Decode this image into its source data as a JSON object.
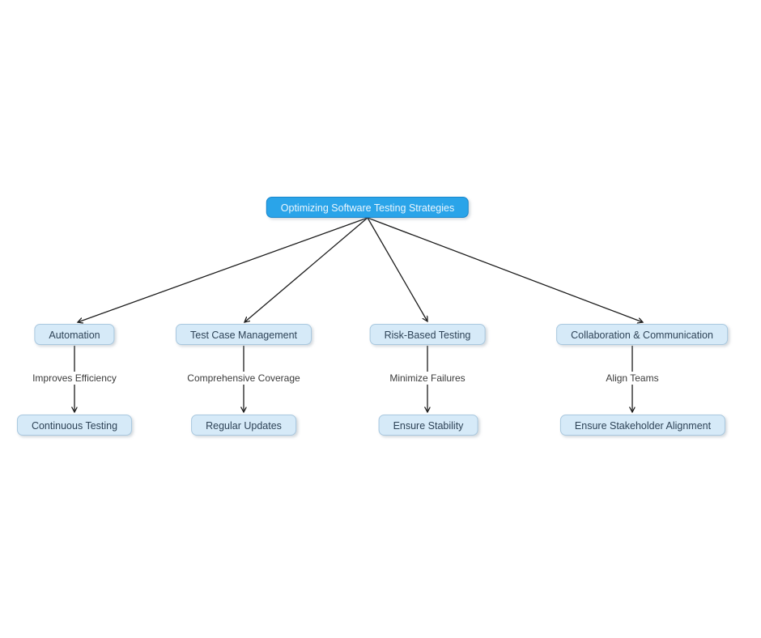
{
  "diagram": {
    "root": {
      "label": "Optimizing Software Testing Strategies"
    },
    "branches": [
      {
        "label": "Automation",
        "edge_label": "Improves Efficiency",
        "child": "Continuous Testing"
      },
      {
        "label": "Test Case Management",
        "edge_label": "Comprehensive Coverage",
        "child": "Regular Updates"
      },
      {
        "label": "Risk-Based Testing",
        "edge_label": "Minimize Failures",
        "child": "Ensure Stability"
      },
      {
        "label": "Collaboration & Communication",
        "edge_label": "Align Teams",
        "child": "Ensure Stakeholder Alignment"
      }
    ],
    "colors": {
      "root_fill": "#2AA4E9",
      "root_border": "#1786CC",
      "root_text": "#EAF6FE",
      "node_fill": "#D6EAF8",
      "node_border": "#A9C8DF",
      "node_text": "#2E4357",
      "edge_label_text": "#3A3A3A",
      "line": "#1C1C1C",
      "canvas_bg": "#FFFFFF"
    }
  }
}
